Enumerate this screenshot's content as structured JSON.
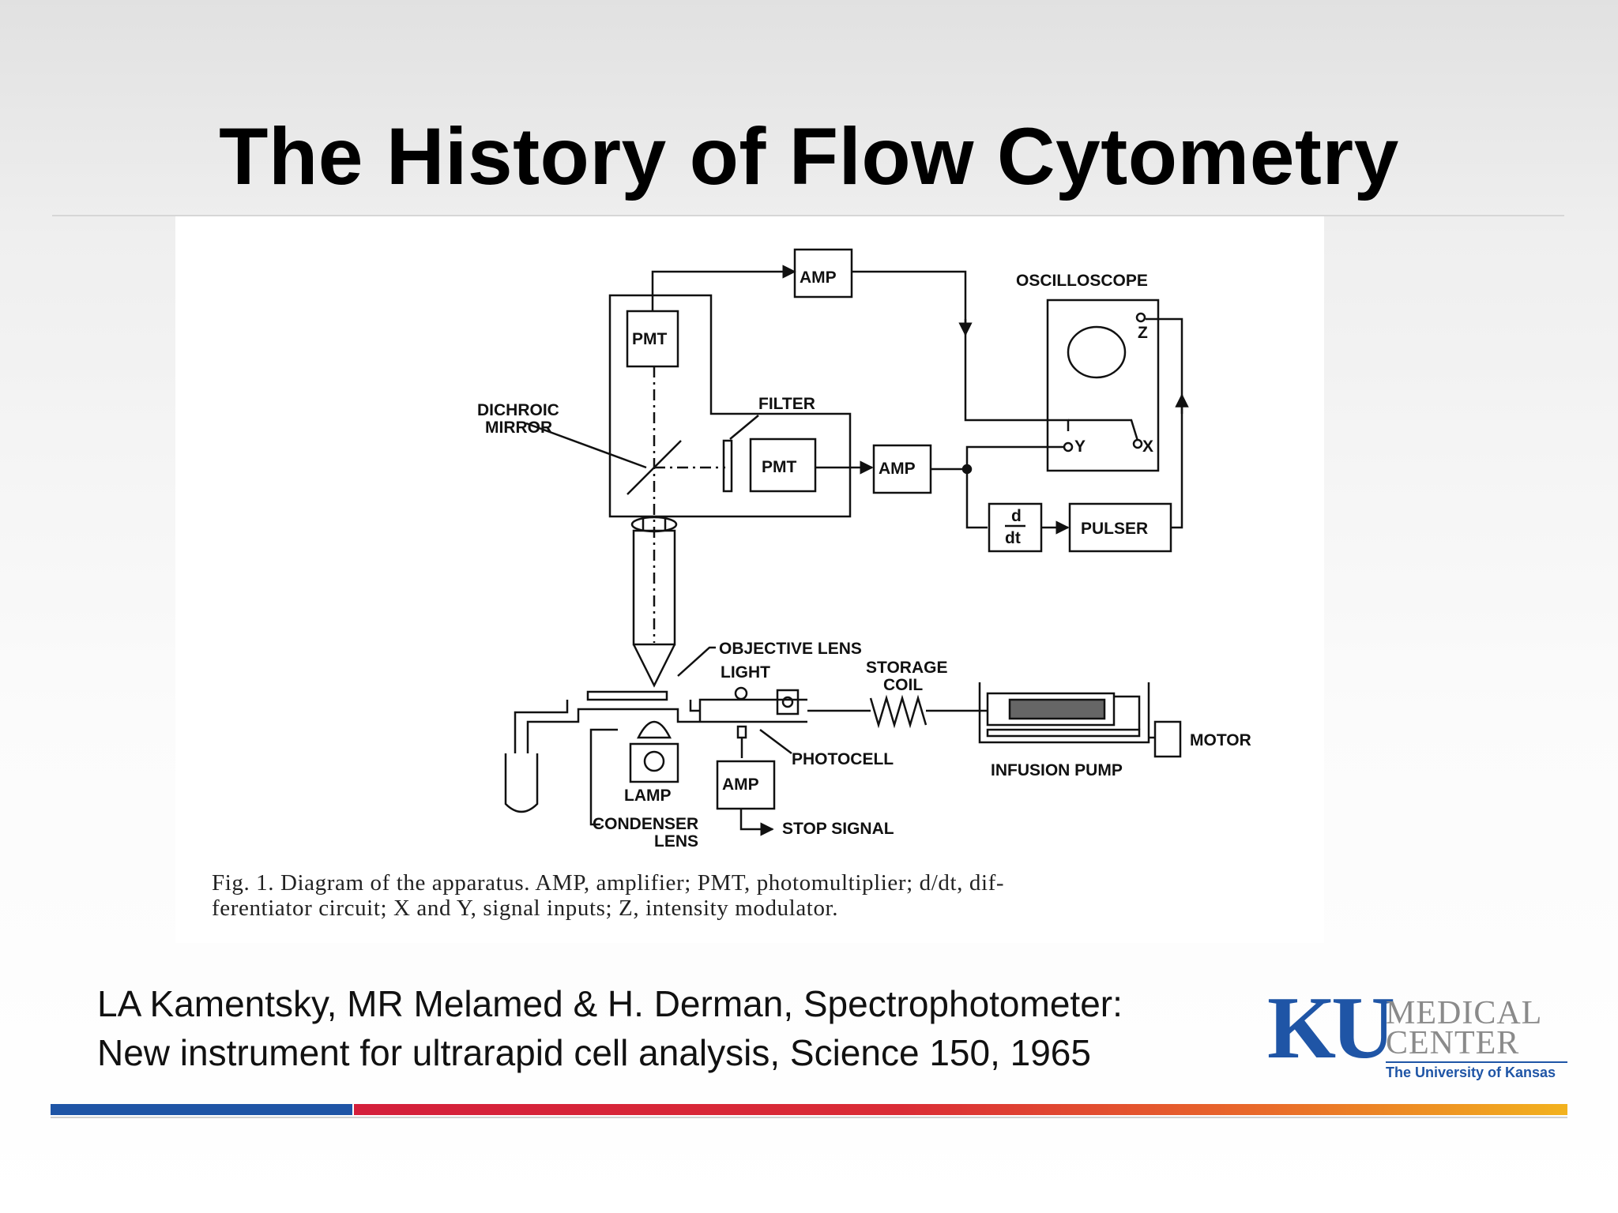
{
  "slide": {
    "title": "The History of Flow Cytometry"
  },
  "diagram": {
    "labels": {
      "amp_top": "AMP",
      "oscilloscope": "OSCILLOSCOPE",
      "pmt_top": "PMT",
      "dichroic_mirror_1": "DICHROIC",
      "dichroic_mirror_2": "MIRROR",
      "filter": "FILTER",
      "pmt_side": "PMT",
      "amp_mid": "AMP",
      "input_y": "Y",
      "input_x": "X",
      "input_z": "Z",
      "diff_d": "d",
      "diff_dt": "dt",
      "pulser": "PULSER",
      "objective_lens": "OBJECTIVE LENS",
      "light": "LIGHT",
      "storage_coil_1": "STORAGE",
      "storage_coil_2": "COIL",
      "motor": "MOTOR",
      "photocell": "PHOTOCELL",
      "infusion_pump": "INFUSION PUMP",
      "amp_bottom": "AMP",
      "lamp": "LAMP",
      "condenser_lens_1": "CONDENSER",
      "condenser_lens_2": "LENS",
      "stop_signal": "STOP SIGNAL"
    },
    "caption_line_1": "Fig. 1. Diagram of the apparatus. AMP, amplifier; PMT, photomultiplier; d/dt, dif-",
    "caption_line_2": "ferentiator circuit; X and Y, signal inputs; Z, intensity modulator."
  },
  "citation": {
    "line_1": "LA Kamentsky, MR Melamed & H. Derman, Spectrophotometer:",
    "line_2": "New instrument for ultrarapid cell analysis, Science 150, 1965"
  },
  "logo": {
    "mark": "KU",
    "line_1": "MEDICAL",
    "line_2": "CENTER",
    "subtitle": "The University of Kansas"
  },
  "colors": {
    "ku_blue": "#1f55a6",
    "ku_red": "#d41f3b",
    "ku_orange": "#e96a2a",
    "ku_yellow": "#f2b21e"
  }
}
